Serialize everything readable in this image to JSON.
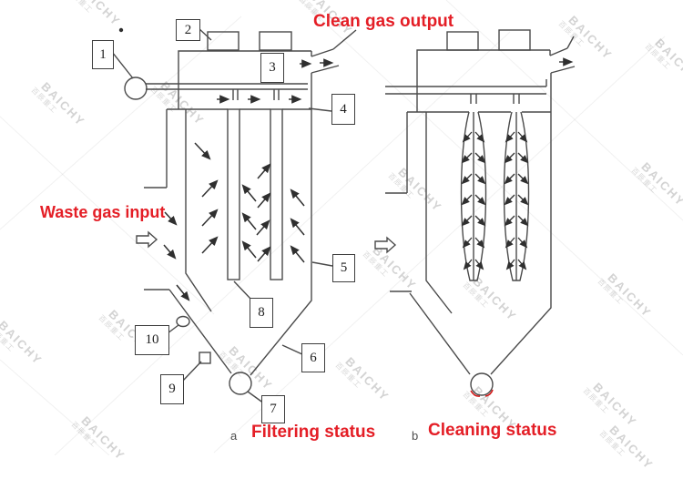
{
  "labels": {
    "clean_gas_output": "Clean gas output",
    "waste_gas_input": "Waste gas input"
  },
  "figures": {
    "a": {
      "letter": "a",
      "caption": "Filtering status"
    },
    "b": {
      "letter": "b",
      "caption": "Cleaning status"
    }
  },
  "callouts": [
    "1",
    "2",
    "3",
    "4",
    "5",
    "6",
    "7",
    "8",
    "9",
    "10"
  ],
  "watermark": {
    "text": "BAICHY",
    "subtext": "百辰重工"
  },
  "colors": {
    "line": "#4a4a4a",
    "label_red": "#e41e26",
    "watermark_gray": "#aaaaaa"
  }
}
